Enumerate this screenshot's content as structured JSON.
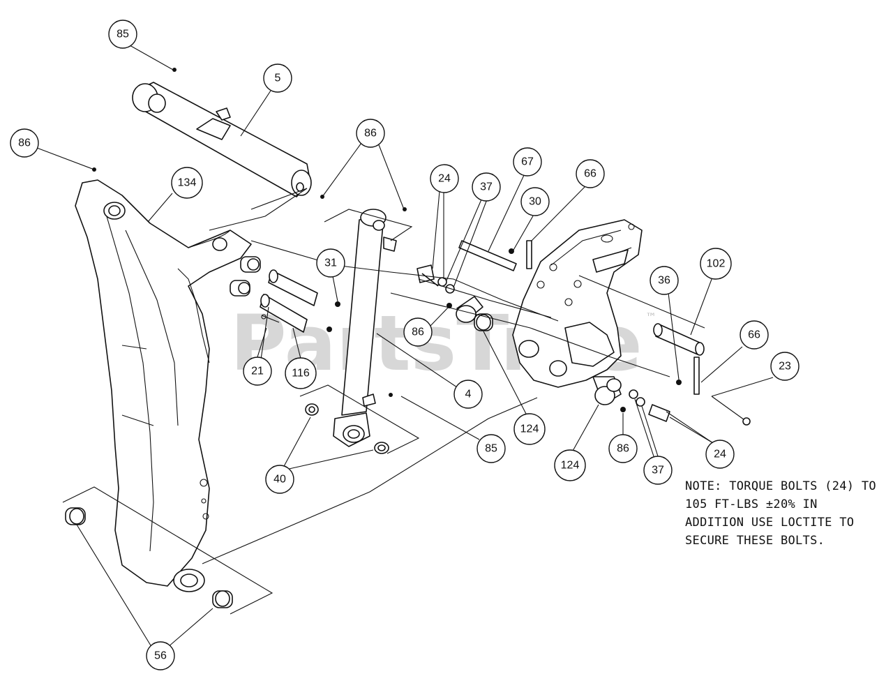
{
  "watermark": {
    "text": "PartsTree",
    "trademark": "™"
  },
  "callouts": [
    {
      "id": "c85a",
      "label": "85"
    },
    {
      "id": "c5",
      "label": "5"
    },
    {
      "id": "c86a",
      "label": "86"
    },
    {
      "id": "c134",
      "label": "134"
    },
    {
      "id": "c86b",
      "label": "86"
    },
    {
      "id": "c24a",
      "label": "24"
    },
    {
      "id": "c37a",
      "label": "37"
    },
    {
      "id": "c67",
      "label": "67"
    },
    {
      "id": "c30",
      "label": "30"
    },
    {
      "id": "c66a",
      "label": "66"
    },
    {
      "id": "c31",
      "label": "31"
    },
    {
      "id": "c86c",
      "label": "86"
    },
    {
      "id": "c36",
      "label": "36"
    },
    {
      "id": "c102",
      "label": "102"
    },
    {
      "id": "c66b",
      "label": "66"
    },
    {
      "id": "c21",
      "label": "21"
    },
    {
      "id": "c116",
      "label": "116"
    },
    {
      "id": "c4",
      "label": "4"
    },
    {
      "id": "c124a",
      "label": "124"
    },
    {
      "id": "c23",
      "label": "23"
    },
    {
      "id": "c85b",
      "label": "85"
    },
    {
      "id": "c40",
      "label": "40"
    },
    {
      "id": "c124b",
      "label": "124"
    },
    {
      "id": "c86d",
      "label": "86"
    },
    {
      "id": "c37b",
      "label": "37"
    },
    {
      "id": "c24b",
      "label": "24"
    },
    {
      "id": "c56",
      "label": "56"
    }
  ],
  "note": {
    "lines": [
      "NOTE: TORQUE BOLTS (24) TO",
      "105 FT-LBS ±20% IN",
      "ADDITION USE LOCTITE TO",
      "SECURE THESE BOLTS."
    ]
  }
}
